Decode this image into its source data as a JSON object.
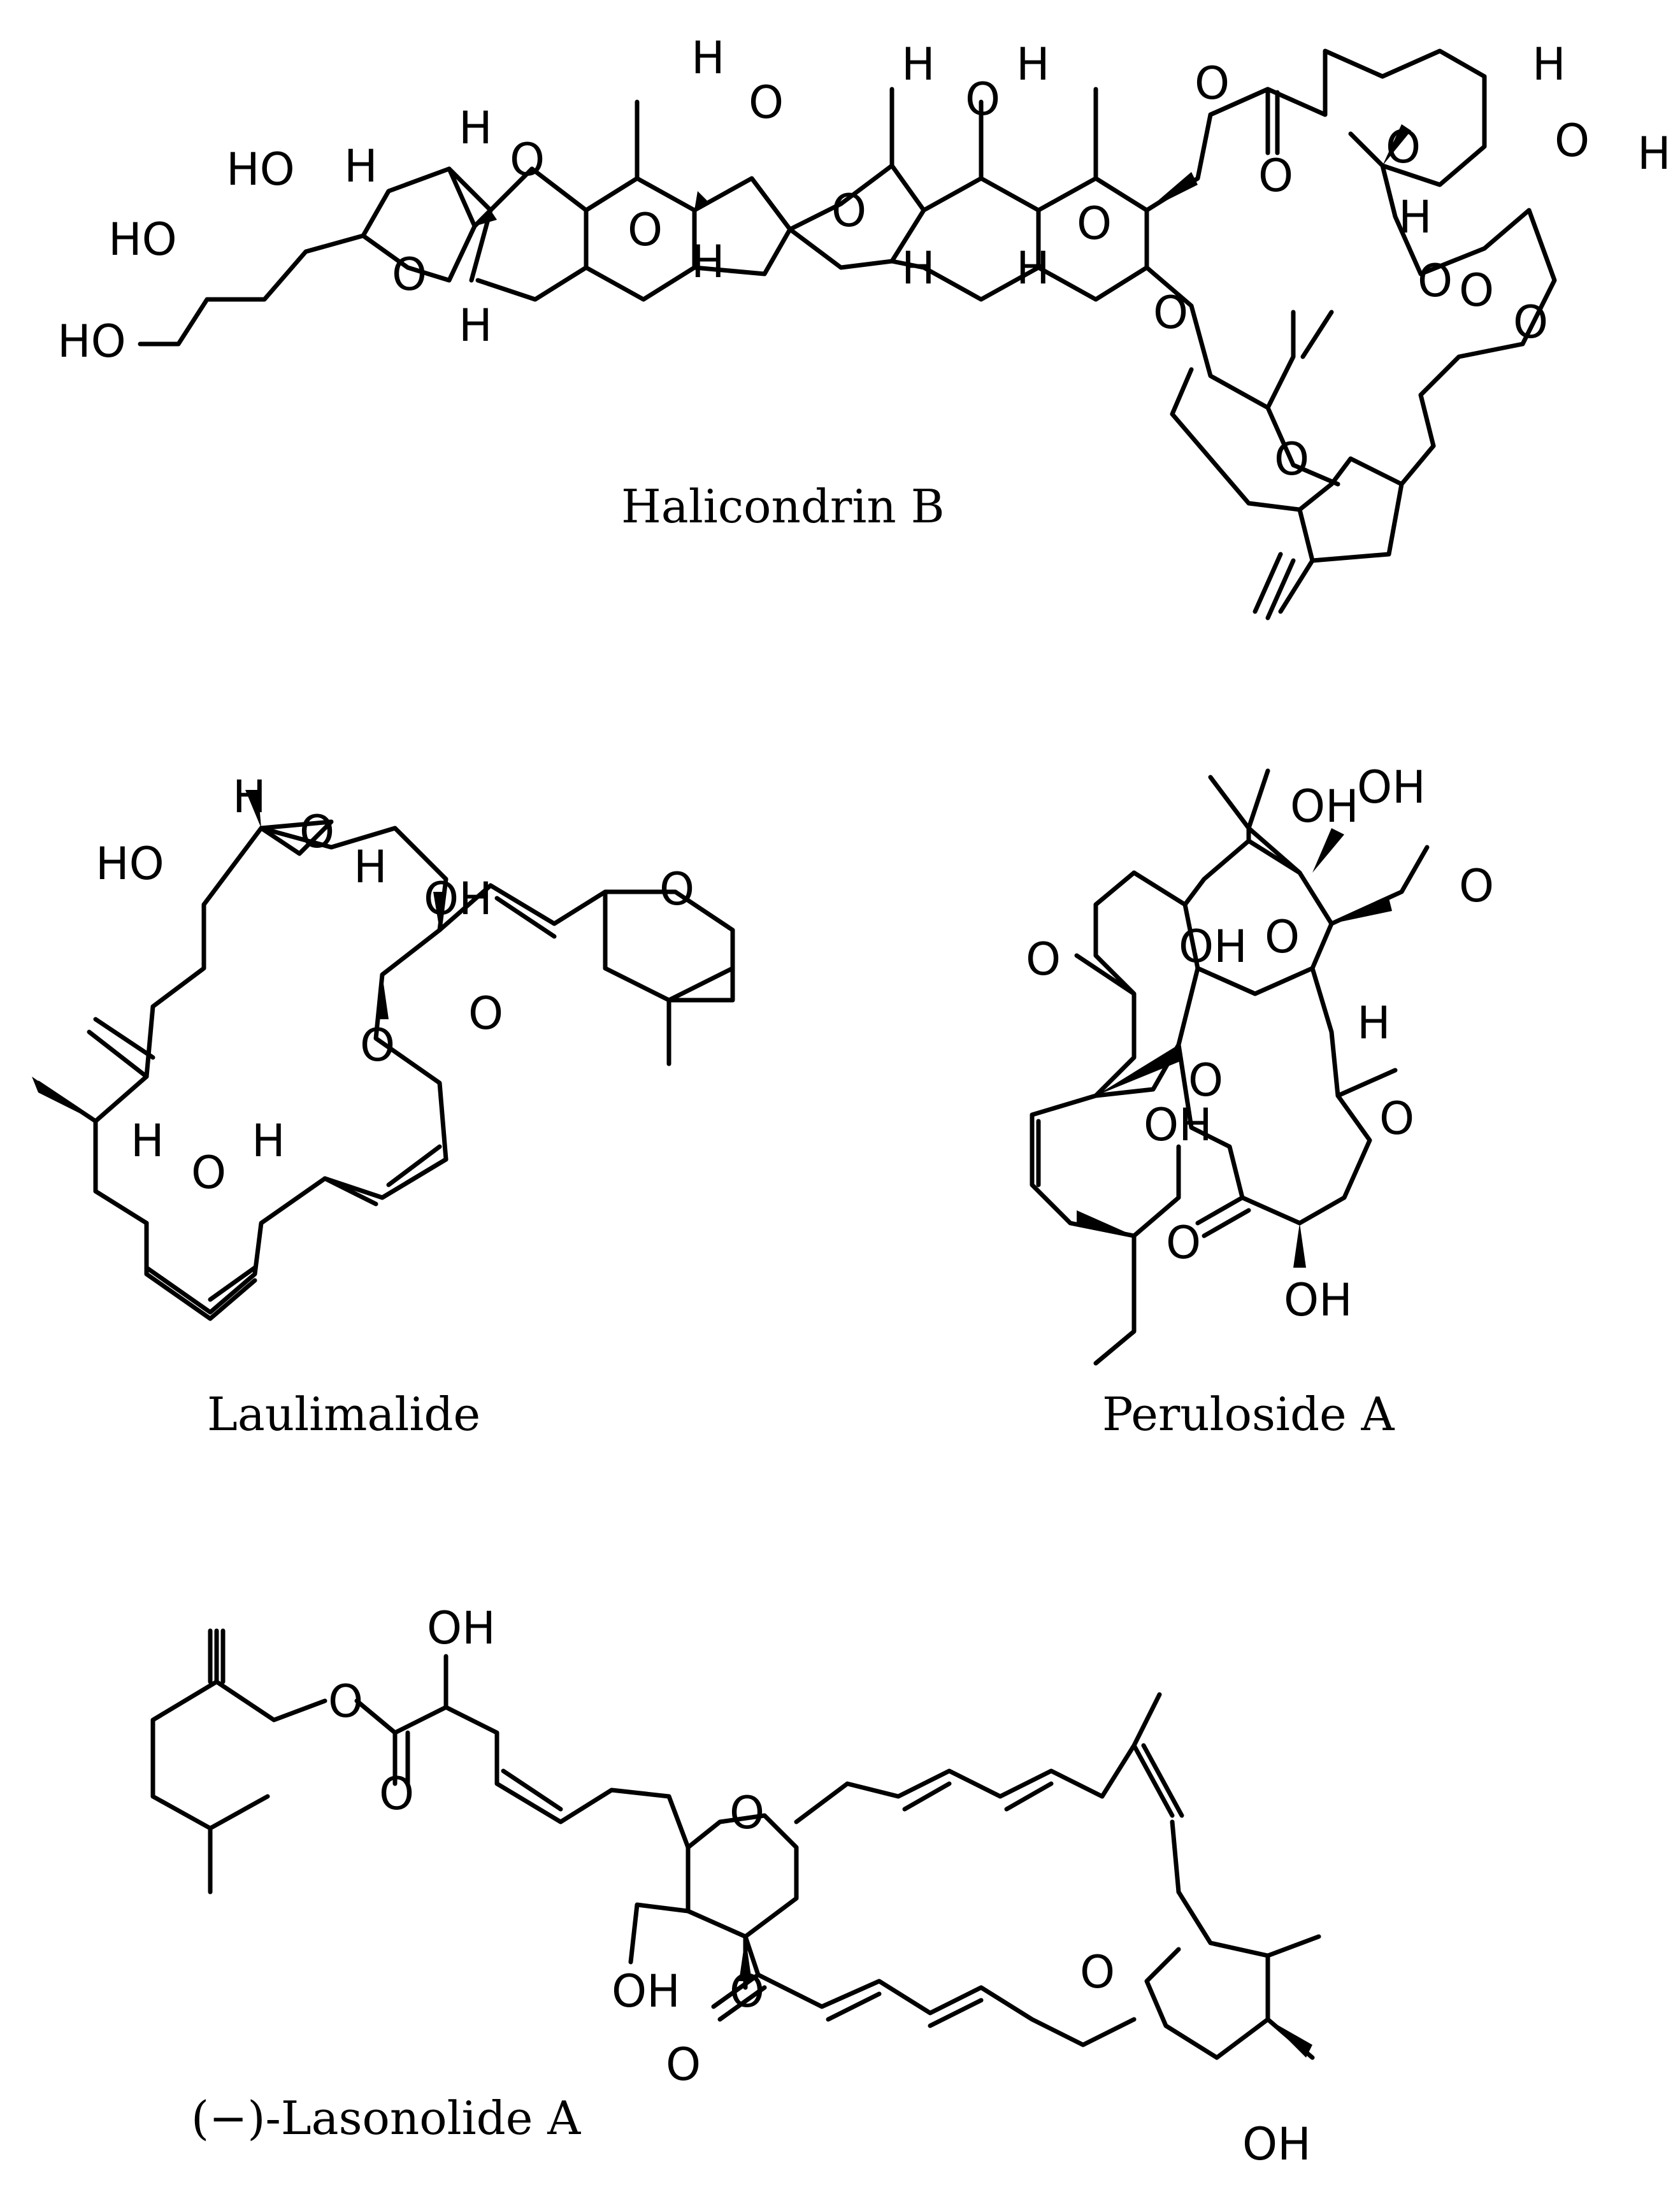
{
  "structures": [
    {
      "id": "halichondrin",
      "caption": "Halicondrin B"
    },
    {
      "id": "laulimalide",
      "caption": "Laulimalide"
    },
    {
      "id": "peruloside",
      "caption": "Peruloside A"
    },
    {
      "id": "lasonolide",
      "caption": "(−)-Lasonolide A"
    }
  ],
  "atom_labels": {
    "O": "O",
    "H": "H",
    "HO": "HO",
    "OH": "OH"
  }
}
